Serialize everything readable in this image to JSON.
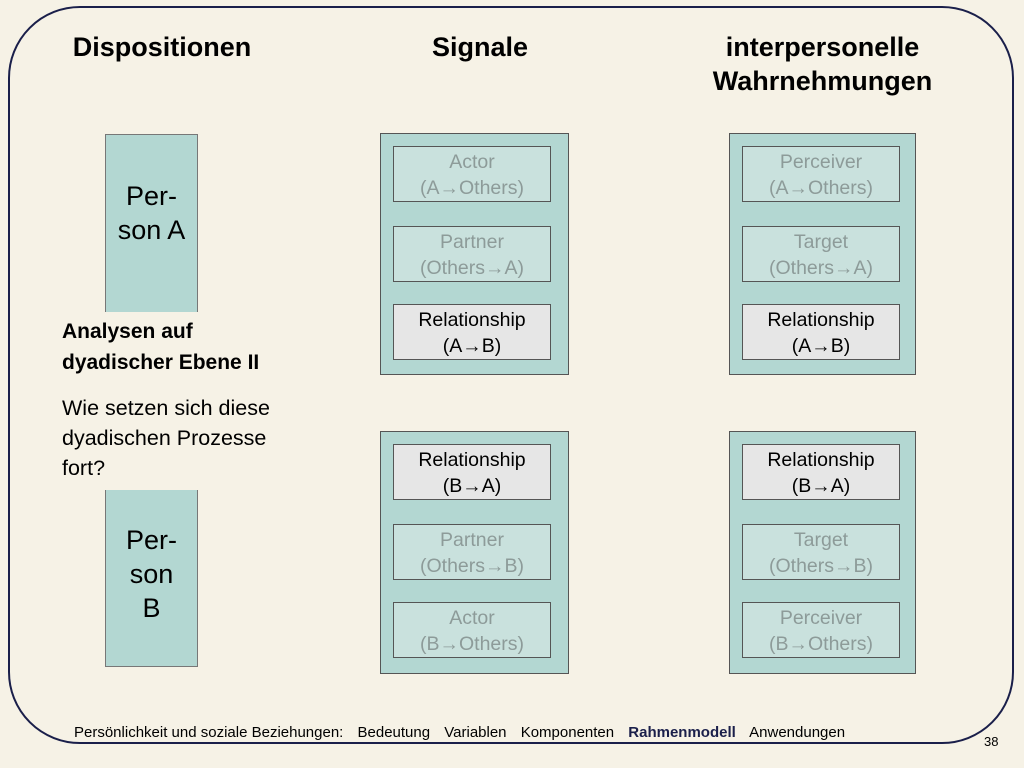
{
  "headers": {
    "dispositionen": "Dispositionen",
    "signale": "Signale",
    "wahrnehmungen": "interpersonelle\nWahrnehmungen"
  },
  "persons": {
    "a": "Per-\nson A",
    "b": "Per-\nson\nB"
  },
  "signale_top": [
    {
      "label": "Actor\n(A→Others)",
      "state": "faded"
    },
    {
      "label": "Partner\n(Others→A)",
      "state": "faded"
    },
    {
      "label": "Relationship\n(A→B)",
      "state": "active"
    }
  ],
  "signale_bottom": [
    {
      "label": "Relationship\n(B→A)",
      "state": "active"
    },
    {
      "label": "Partner\n(Others→B)",
      "state": "faded"
    },
    {
      "label": "Actor\n(B→Others)",
      "state": "faded"
    }
  ],
  "wahrnehmung_top": [
    {
      "label": "Perceiver\n(A→Others)",
      "state": "faded"
    },
    {
      "label": "Target\n(Others→A)",
      "state": "faded"
    },
    {
      "label": "Relationship\n(A→B)",
      "state": "active"
    }
  ],
  "wahrnehmung_bottom": [
    {
      "label": "Relationship\n(B→A)",
      "state": "active"
    },
    {
      "label": "Target\n(Others→B)",
      "state": "faded"
    },
    {
      "label": "Perceiver\n(B→Others)",
      "state": "faded"
    }
  ],
  "overlay": {
    "title": "Analysen auf\ndyadischer Ebene II",
    "body": "Wie setzen sich diese\ndyadischen Prozesse\nfort?"
  },
  "footer": {
    "prefix": "Persönlichkeit und soziale Beziehungen:",
    "items": [
      "Bedeutung",
      "Variablen",
      "Komponenten",
      "Rahmenmodell",
      "Anwendungen"
    ],
    "current": "Rahmenmodell"
  },
  "page_number": "38"
}
